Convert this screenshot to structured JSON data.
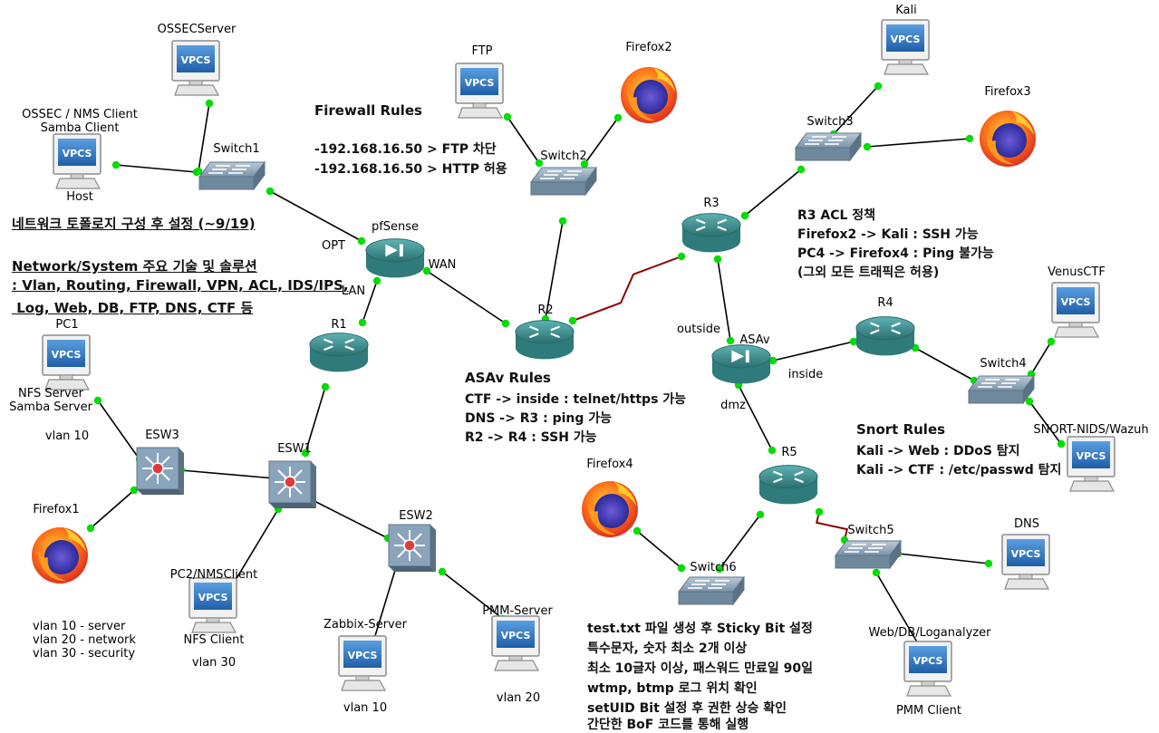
{
  "devices": [
    {
      "id": "ossecserver",
      "type": "vpcs",
      "label": "OSSECServer"
    },
    {
      "id": "host",
      "type": "vpcs",
      "label": "OSSEC / NMS Client\nSamba Client",
      "label2": "Host"
    },
    {
      "id": "switch1",
      "type": "switch",
      "label": "Switch1"
    },
    {
      "id": "pfsense",
      "type": "firewall",
      "label": "pfSense"
    },
    {
      "id": "ftp",
      "type": "vpcs",
      "label": "FTP"
    },
    {
      "id": "firefox2",
      "type": "firefox",
      "label": "Firefox2"
    },
    {
      "id": "switch2",
      "type": "switch",
      "label": "Switch2"
    },
    {
      "id": "r1",
      "type": "router",
      "label": "R1"
    },
    {
      "id": "r2",
      "type": "router",
      "label": "R2"
    },
    {
      "id": "r3",
      "type": "router",
      "label": "R3"
    },
    {
      "id": "kali",
      "type": "vpcs",
      "label": "Kali"
    },
    {
      "id": "switch3",
      "type": "switch",
      "label": "Switch3"
    },
    {
      "id": "firefox3",
      "type": "firefox",
      "label": "Firefox3"
    },
    {
      "id": "pc1",
      "type": "vpcs",
      "label": "PC1",
      "label2": "NFS Server\nSamba Server",
      "label3": "vlan 10"
    },
    {
      "id": "esw3",
      "type": "l3switch",
      "label": "ESW3"
    },
    {
      "id": "esw1",
      "type": "l3switch",
      "label": "ESW1"
    },
    {
      "id": "esw2",
      "type": "l3switch",
      "label": "ESW2"
    },
    {
      "id": "firefox1",
      "type": "firefox",
      "label": "Firefox1"
    },
    {
      "id": "pc2",
      "type": "vpcs",
      "label": "PC2/NMSClient",
      "label2": "NFS Client",
      "label3": "vlan 30"
    },
    {
      "id": "zabbix",
      "type": "vpcs",
      "label": "Zabbix-Server",
      "label2": "vlan 10"
    },
    {
      "id": "pmm",
      "type": "vpcs",
      "label": "PMM-Server",
      "label2": "vlan 20"
    },
    {
      "id": "asav",
      "type": "firewall",
      "label": "ASAv"
    },
    {
      "id": "r4",
      "type": "router",
      "label": "R4"
    },
    {
      "id": "venusctf",
      "type": "vpcs",
      "label": "VenusCTF"
    },
    {
      "id": "switch4",
      "type": "switch",
      "label": "Switch4"
    },
    {
      "id": "snort",
      "type": "vpcs",
      "label": "SNORT-NIDS/Wazuh"
    },
    {
      "id": "r5",
      "type": "router",
      "label": "R5"
    },
    {
      "id": "firefox4",
      "type": "firefox",
      "label": "Firefox4"
    },
    {
      "id": "switch6",
      "type": "switch",
      "label": "Switch6"
    },
    {
      "id": "switch5",
      "type": "switch",
      "label": "Switch5"
    },
    {
      "id": "dns",
      "type": "vpcs",
      "label": "DNS"
    },
    {
      "id": "web",
      "type": "vpcs",
      "label": "Web/DB/Loganalyzer",
      "label2": "PMM Client"
    }
  ],
  "interface_labels": [
    "OPT",
    "WAN",
    "LAN",
    "outside",
    "inside",
    "dmz"
  ],
  "vlan_legend": [
    "vlan 10 - server",
    "vlan 20 - network",
    "vlan 30 - security"
  ],
  "notes": {
    "firewall_title": "Firewall Rules",
    "firewall_rules": [
      "-192.168.16.50 > FTP 차단",
      "-192.168.16.50 > HTTP 허용"
    ],
    "topology_title": "네트워크 토폴로지 구성 후 설정 (~9/19)",
    "tech_lines": [
      "Network/System 주요 기술 및 솔루션",
      ": Vlan, Routing, Firewall, VPN, ACL, IDS/IPS,",
      " Log, Web, DB, FTP, DNS, CTF 등"
    ],
    "asav_title": "ASAv Rules",
    "asav_rules": [
      "CTF -> inside : telnet/https 가능",
      "DNS -> R3 : ping 가능",
      "R2 -> R4 : SSH 가능"
    ],
    "r3_title": "R3 ACL 정책",
    "r3_rules": [
      "Firefox2 -> Kali : SSH 가능",
      "PC4 -> Firefox4 : Ping 불가능",
      "(그외 모든 트래픽은 허용)"
    ],
    "snort_title": "Snort Rules",
    "snort_rules": [
      "Kali -> Web : DDoS 탐지",
      "Kali -> CTF : /etc/passwd 탐지"
    ],
    "linux_tasks": [
      "test.txt 파일 생성 후 Sticky Bit 설정",
      "특수문자, 숫자 최소 2개 이상",
      "최소 10글자 이상, 패스워드 만료일 90일",
      "wtmp, btmp 로그 위치 확인",
      "setUID Bit 설정 후 권한 상승 확인",
      "간단한 BoF 코드를 통해 실행"
    ]
  },
  "colors": {
    "link": "#000000",
    "serial": "#8b0000",
    "dot": "#00dd00",
    "router": "#3f8f8f",
    "switch": "#7f98ad",
    "vpcs": "#2f76c0"
  }
}
